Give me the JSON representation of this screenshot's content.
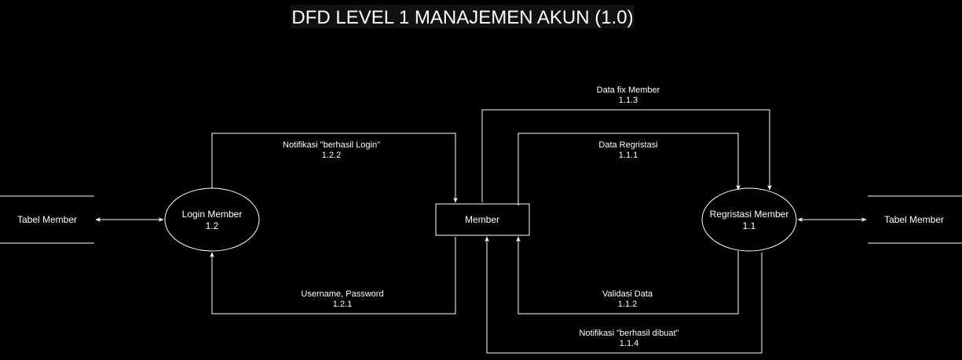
{
  "title": "DFD LEVEL 1 MANAJEMEN AKUN (1.0)",
  "entities": {
    "member": "Member"
  },
  "processes": {
    "login": {
      "name": "Login Member",
      "number": "1.2"
    },
    "registrasi": {
      "name": "Regristasi Member",
      "number": "1.1"
    }
  },
  "stores": {
    "left": "Tabel Member",
    "right": "Tabel Member"
  },
  "flows": {
    "notif_login": {
      "label": "Notifikasi \"berhasil Login\"",
      "number": "1.2.2"
    },
    "username_password": {
      "label": "Username, Password",
      "number": "1.2.1"
    },
    "data_fix": {
      "label": "Data fix Member",
      "number": "1.1.3"
    },
    "data_regristasi": {
      "label": "Data Regristasi",
      "number": "1.1.1"
    },
    "validasi": {
      "label": "Validasi Data",
      "number": "1.1.2"
    },
    "notif_dibuat": {
      "label": "Notifikasi \"berhasil dibuat\"",
      "number": "1.1.4"
    }
  }
}
